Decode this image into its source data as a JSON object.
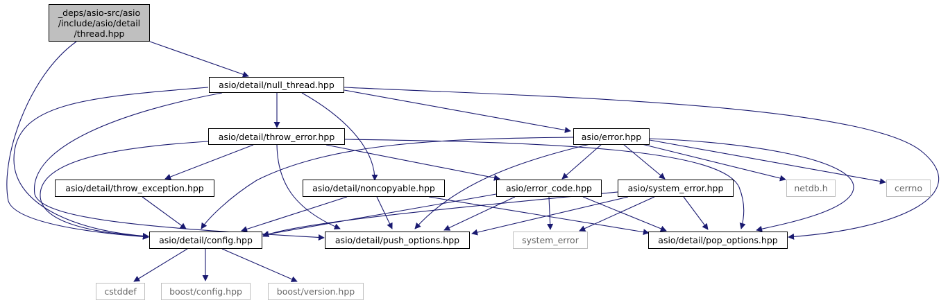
{
  "colors": {
    "edge": "#191970",
    "root_fill": "#bfbfbf",
    "ext_border": "#bfbfbf"
  },
  "nodes": {
    "root": {
      "lines": [
        "_deps/asio-src/asio",
        "/include/asio/detail",
        "/thread.hpp"
      ]
    },
    "null_thread": {
      "label": "asio/detail/null_thread.hpp"
    },
    "throw_error": {
      "label": "asio/detail/throw_error.hpp"
    },
    "error": {
      "label": "asio/error.hpp"
    },
    "throw_exception": {
      "label": "asio/detail/throw_exception.hpp"
    },
    "noncopyable": {
      "label": "asio/detail/noncopyable.hpp"
    },
    "error_code": {
      "label": "asio/error_code.hpp"
    },
    "system_error": {
      "label": "asio/system_error.hpp"
    },
    "netdb": {
      "label": "netdb.h"
    },
    "cerrno": {
      "label": "cerrno"
    },
    "config": {
      "label": "asio/detail/config.hpp"
    },
    "push_options": {
      "label": "asio/detail/push_options.hpp"
    },
    "std_system_error": {
      "label": "system_error"
    },
    "pop_options": {
      "label": "asio/detail/pop_options.hpp"
    },
    "cstddef": {
      "label": "cstddef"
    },
    "boost_config": {
      "label": "boost/config.hpp"
    },
    "boost_version": {
      "label": "boost/version.hpp"
    }
  }
}
